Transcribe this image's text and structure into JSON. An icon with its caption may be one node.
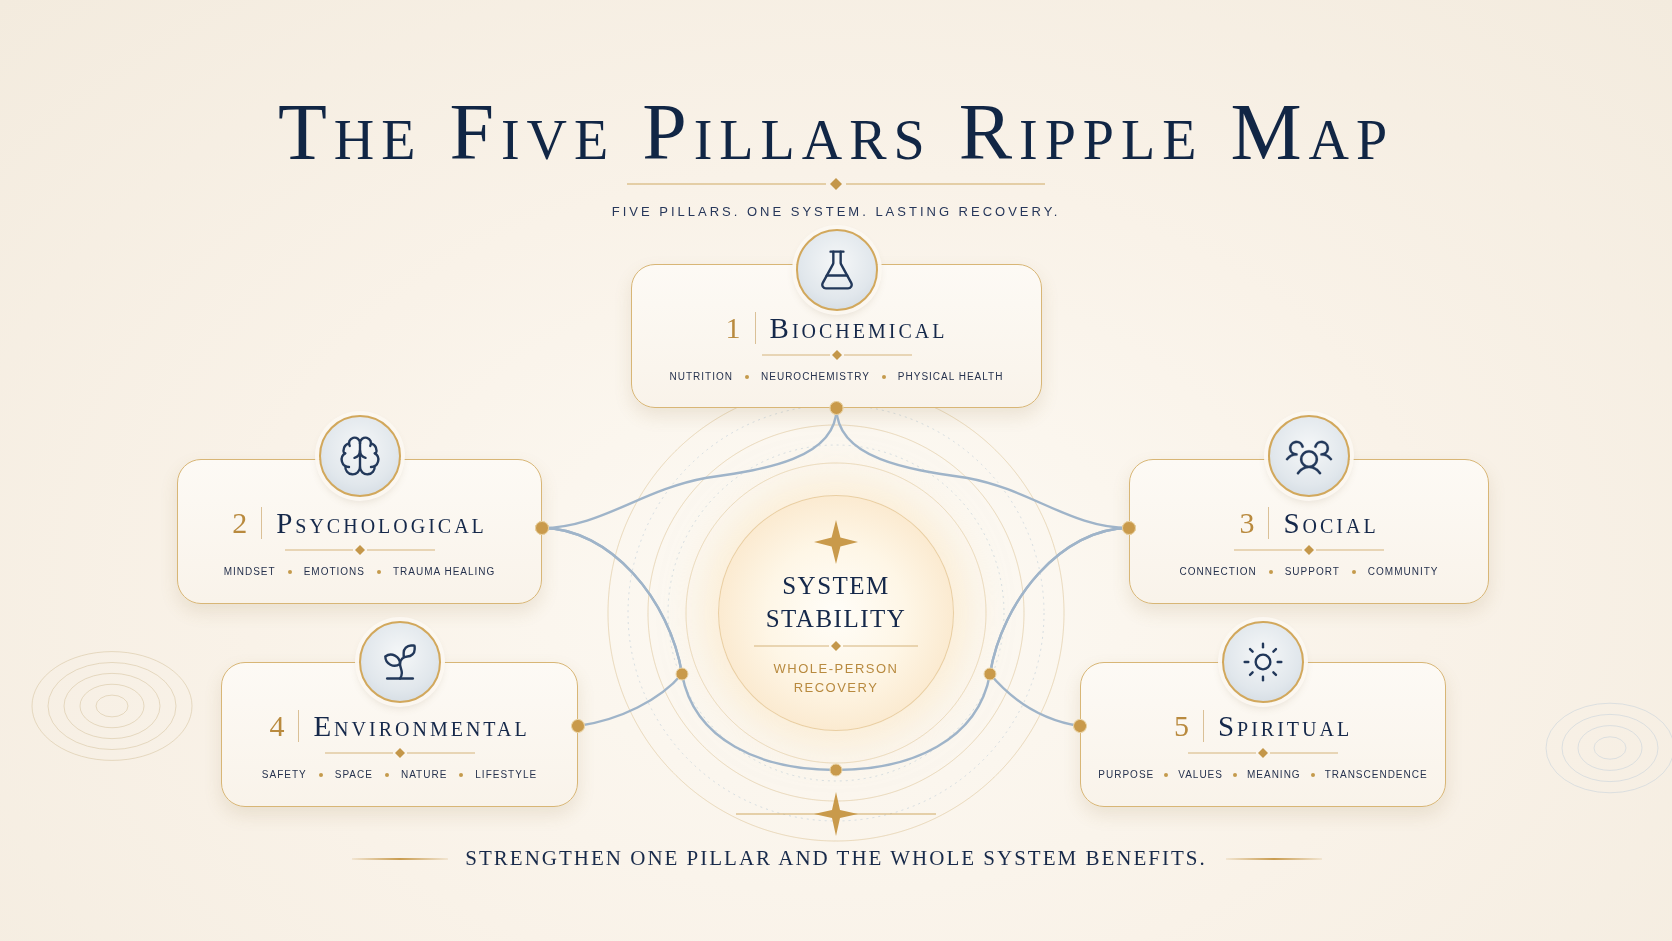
{
  "diagram": {
    "title": "The Five Pillars Ripple Map",
    "caption": "STRENGTHEN ONE PILLAR AND THE WHOLE SYSTEM BENEFITS.",
    "nodes": [
      {
        "text": [
          "1",
          "Biochemical",
          "NUTRITION",
          "NEUROCHEMISTRY",
          "PHYSICAL HEALTH"
        ]
      },
      {
        "text": [
          "2",
          "Psychological",
          "MINDSET",
          "EMOTIONS",
          "TRAUMA HEALING"
        ]
      },
      {
        "text": [
          "3",
          "Social",
          "CONNECTION",
          "SUPPORT",
          "COMMUNITY"
        ]
      },
      {
        "text": [
          "SYSTEM STABILITY",
          "WHOLE-PERSON RECOVERY"
        ]
      },
      {
        "text": [
          "4",
          "Environmental",
          "SAFETY",
          "SPACE",
          "NATURE",
          "LIFESTYLE"
        ]
      },
      {
        "text": [
          "5",
          "Spiritual",
          "PURPOSE",
          "VALUES",
          "MEANING",
          "TRANSCENDENCE"
        ]
      }
    ],
    "edges": [
      {
        "from": 0,
        "to": 1,
        "arrow": "other"
      },
      {
        "from": 0,
        "to": 2,
        "arrow": "other"
      },
      {
        "from": 1,
        "to": 2,
        "arrow": "other"
      },
      {
        "from": 4,
        "to": 1,
        "arrow": "other"
      },
      {
        "from": 5,
        "to": 2,
        "arrow": "other"
      }
    ],
    "labels": [
      "FIVE PILLARS. ONE SYSTEM. LASTING RECOVERY."
    ]
  }
}
